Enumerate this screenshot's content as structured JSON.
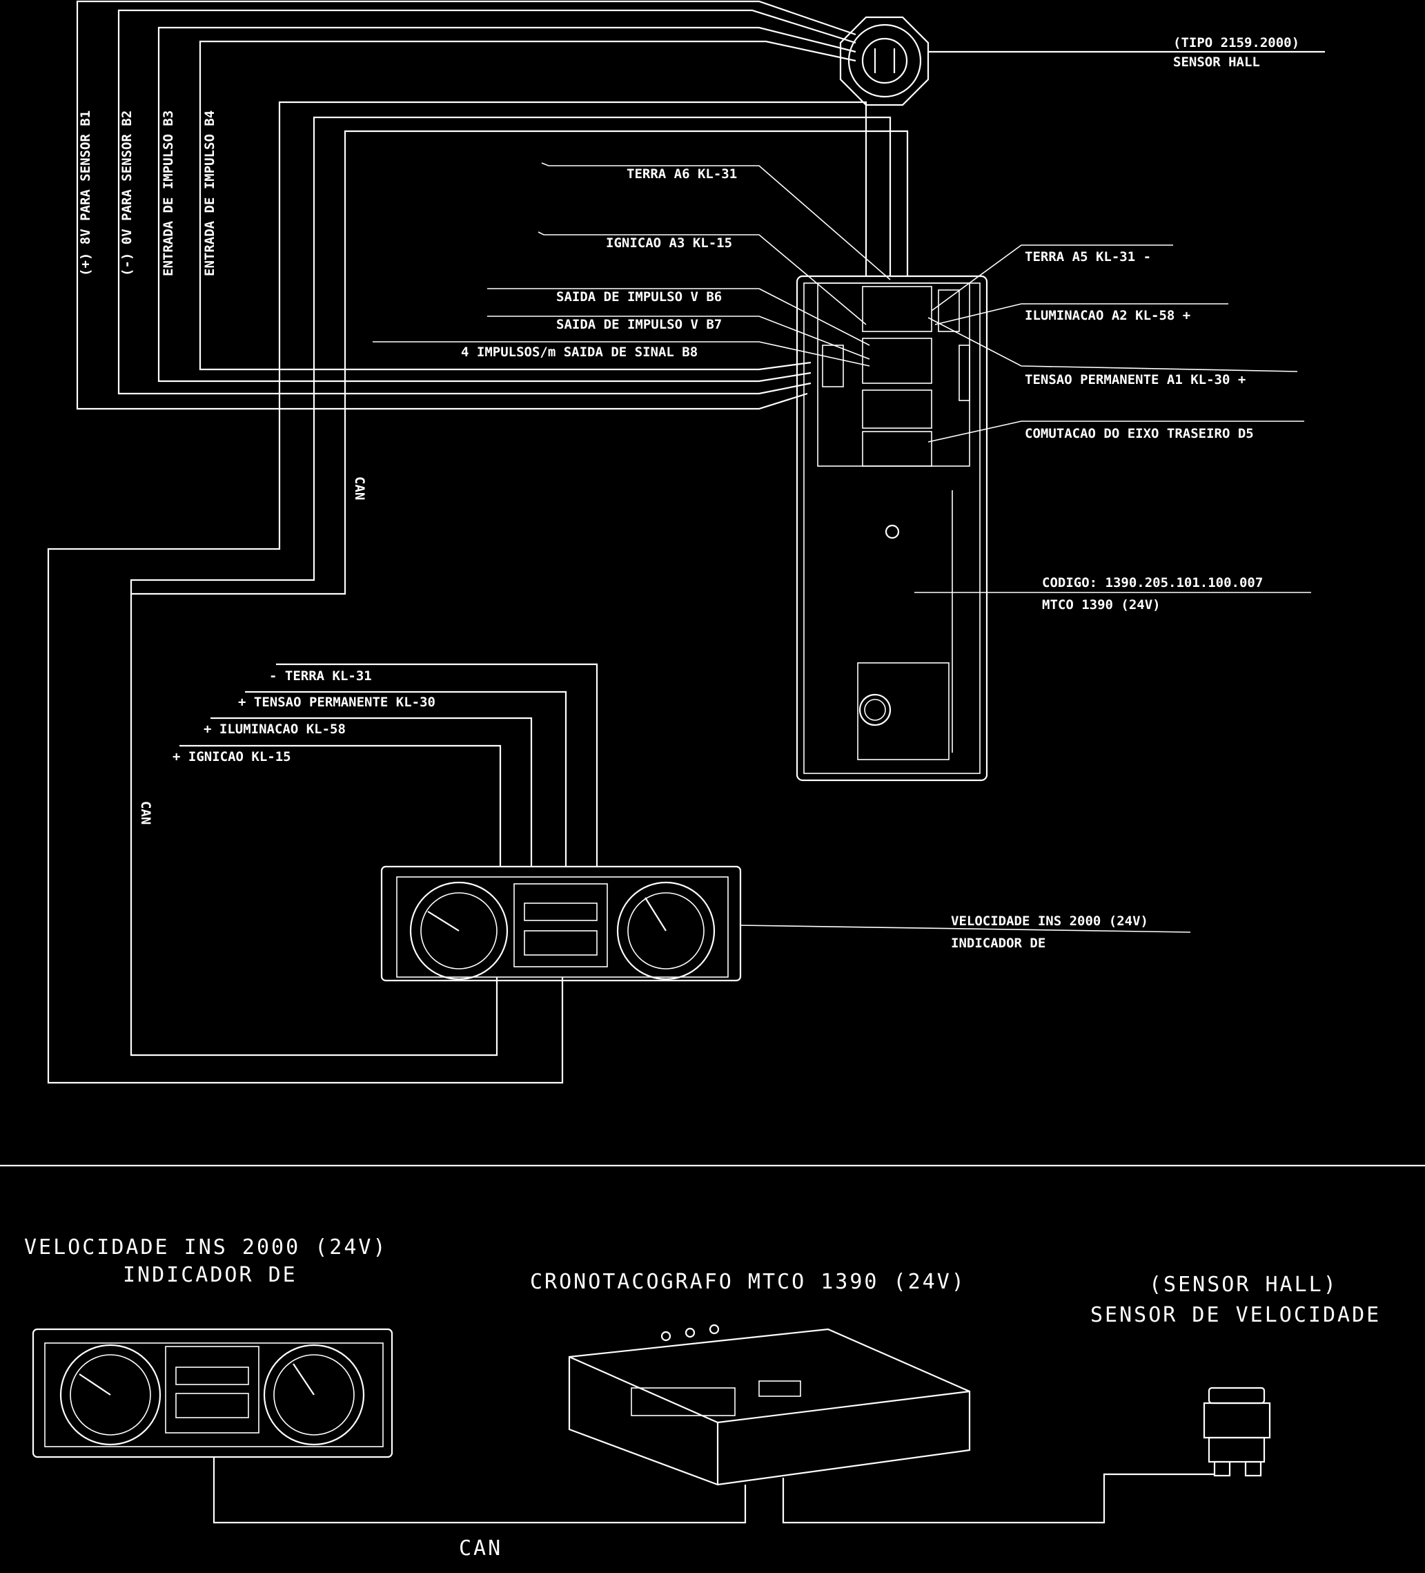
{
  "sensor_top": {
    "line1": "(TIPO 2159.2000)",
    "line2": "SENSOR HALL"
  },
  "vertical_labels": [
    "(+) 8V PARA SENSOR B1",
    "(-) 0V PARA SENSOR B2",
    "ENTRADA DE IMPULSO B3",
    "ENTRADA DE IMPULSO B4"
  ],
  "mtco_left_labels": {
    "terra_a6": "TERRA A6 KL-31",
    "ignicao_a3": "IGNICAO A3 KL-15",
    "saida_b6": "SAIDA DE IMPULSO V B6",
    "saida_b7": "SAIDA DE IMPULSO V B7",
    "saida_b8": "4 IMPULSOS/m SAIDA DE SINAL B8"
  },
  "mtco_right_labels": {
    "terra_a5": "TERRA A5 KL-31 -",
    "iluminacao_a2": "ILUMINACAO A2 KL-58 +",
    "tensao_a1": "TENSAO PERMANENTE A1 KL-30 +",
    "comutacao_d5": "COMUTACAO DO EIXO TRASEIRO D5"
  },
  "mtco_code": {
    "line1": "CODIGO: 1390.205.101.100.007",
    "line2": "MTCO 1390 (24V)"
  },
  "can_labels": [
    "CAN",
    "CAN",
    "CAN"
  ],
  "ins_inputs": {
    "terra": "- TERRA KL-31",
    "tensao": "+ TENSAO PERMANENTE KL-30",
    "iluminacao": "+ ILUMINACAO KL-58",
    "ignicao": "+ IGNICAO KL-15"
  },
  "ins_label": {
    "line1": "VELOCIDADE INS 2000 (24V)",
    "line2": "INDICADOR DE"
  },
  "bottom": {
    "indicator_line1": "VELOCIDADE INS 2000 (24V)",
    "indicator_line2": "INDICADOR DE",
    "tacho": "CRONOTACOGRAFO MTCO 1390 (24V)",
    "sensor_line1": "(SENSOR HALL)",
    "sensor_line2": "SENSOR DE VELOCIDADE"
  }
}
